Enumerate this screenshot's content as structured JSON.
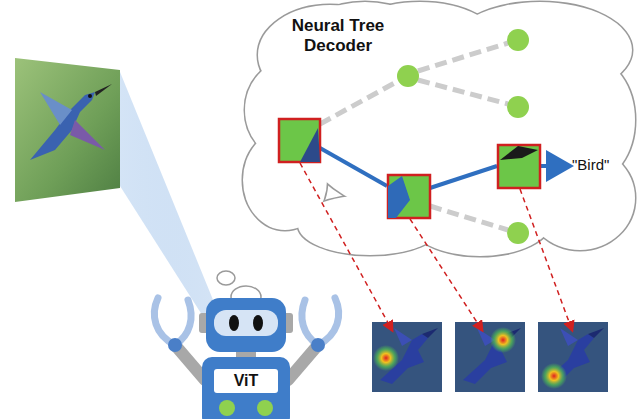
{
  "diagram": {
    "nodes": [
      {
        "text": [
          "Neural Tree Decoder"
        ]
      },
      {
        "text": [
          "ViT"
        ]
      }
    ],
    "labels": [
      "\"Bird\""
    ]
  }
}
